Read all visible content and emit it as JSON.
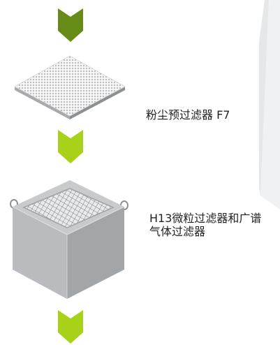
{
  "labels": {
    "pre_filter": "粉尘预过滤器 F7",
    "hepa_line1": "H13微粒过滤器和广谱",
    "hepa_line2": "气体过滤器"
  },
  "icons": {
    "arrow": "chevron-down-arrow-icon",
    "pre_filter": "perforated-pre-filter-plate-icon",
    "hepa_filter": "mesh-box-filter-icon"
  },
  "colors": {
    "arrow_dark_green": "#668c17",
    "arrow_light_green": "#a8d21a",
    "filter_gray": "#b9bbbe",
    "text": "#222222"
  }
}
